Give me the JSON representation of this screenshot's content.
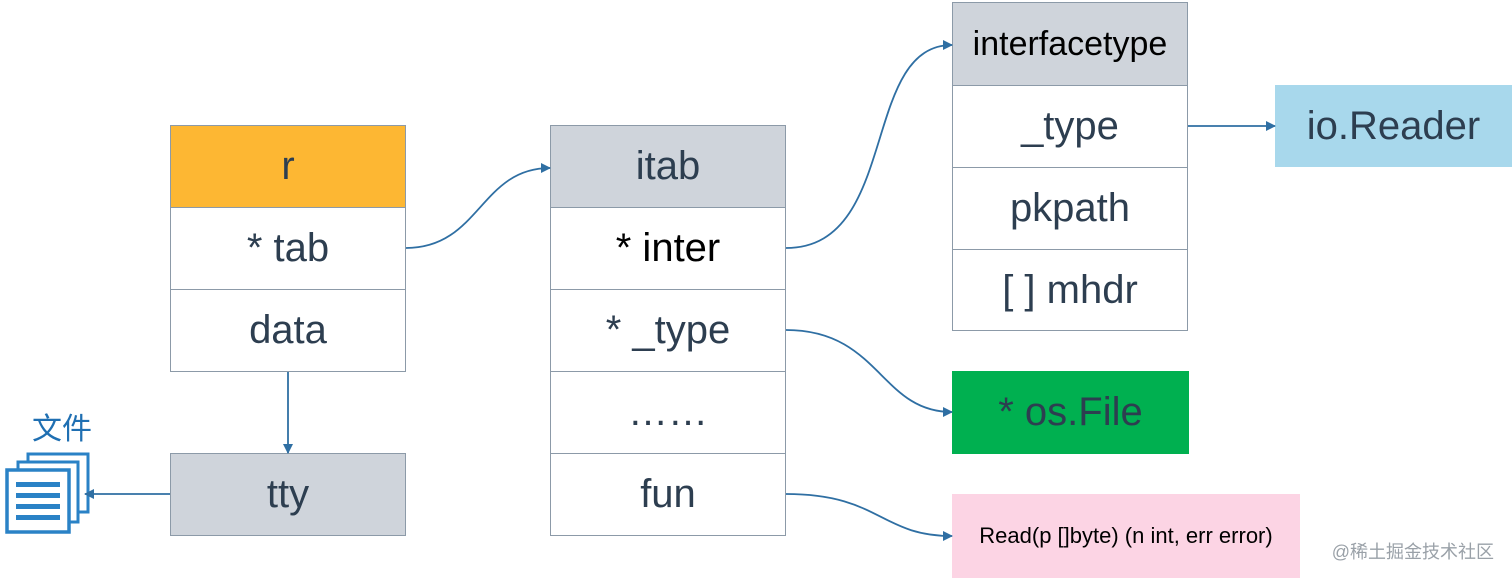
{
  "r_struct": {
    "header": "r",
    "fields": [
      "* tab",
      "data"
    ]
  },
  "tty": {
    "label": "tty"
  },
  "file": {
    "label": "文件",
    "icon": "document-stack-icon"
  },
  "itab": {
    "header": "itab",
    "fields": [
      "* inter",
      "* _type",
      "……",
      "fun"
    ]
  },
  "interfacetype": {
    "header": "interfacetype",
    "fields": [
      "_type",
      "pkpath",
      "[ ] mhdr"
    ]
  },
  "io_reader": {
    "label": "io.Reader"
  },
  "os_file": {
    "label": "* os.File"
  },
  "read_method": {
    "label": "Read(p []byte) (n int, err error)"
  },
  "watermark": {
    "text": "@稀土掘金技术社区"
  },
  "colors": {
    "r_header": "#fdb733",
    "gray_header": "#cfd4db",
    "io_reader": "#a8d8ec",
    "os_file": "#00b050",
    "read_method": "#fcd4e4",
    "arrow": "#2f6fa3"
  }
}
